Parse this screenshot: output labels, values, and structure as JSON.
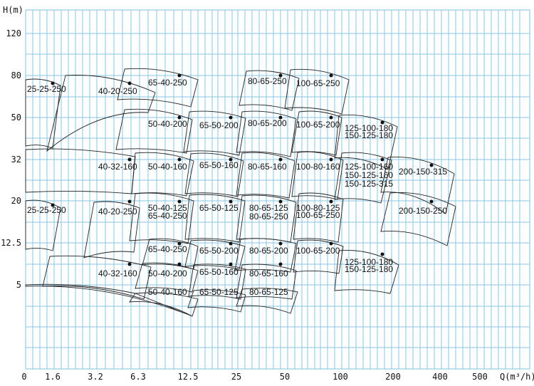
{
  "chart_data": {
    "type": "line",
    "title": "",
    "ylabel": "H(m)",
    "xlabel": "Q(m³/h)",
    "x_ticks": [
      "0",
      "1.6",
      "3.2",
      "6.3",
      "12.5",
      "25",
      "50",
      "100",
      "200",
      "400",
      "500"
    ],
    "y_ticks": [
      "120",
      "80",
      "50",
      "32",
      "20",
      "12.5",
      "5"
    ],
    "grid": true,
    "legend": "none",
    "labels": [
      {
        "text": "25-25-250",
        "q": 1.6,
        "h": 80
      },
      {
        "text": "40-20-250",
        "q": 6.3,
        "h": 76
      },
      {
        "text": "65-40-250",
        "q": 12.5,
        "h": 80
      },
      {
        "text": "80-65-250",
        "q": 50,
        "h": 80
      },
      {
        "text": "100-65-250",
        "q": 100,
        "h": 80
      },
      {
        "text": "50-40-200",
        "q": 12.5,
        "h": 50
      },
      {
        "text": "65-50-200",
        "q": 25,
        "h": 50
      },
      {
        "text": "80-65-200",
        "q": 50,
        "h": 50
      },
      {
        "text": "100-65-200",
        "q": 100,
        "h": 50
      },
      {
        "text": "125-100-180",
        "q": 200,
        "h": 46
      },
      {
        "text": "150-125-180",
        "q": 200,
        "h": 43
      },
      {
        "text": "40-32-160",
        "q": 6.3,
        "h": 32
      },
      {
        "text": "50-40-160",
        "q": 12.5,
        "h": 32
      },
      {
        "text": "65-50-160",
        "q": 25,
        "h": 32
      },
      {
        "text": "80-65-160",
        "q": 50,
        "h": 32
      },
      {
        "text": "100-80-160",
        "q": 100,
        "h": 32
      },
      {
        "text": "125-100-160",
        "q": 200,
        "h": 32
      },
      {
        "text": "150-125-160",
        "q": 200,
        "h": 29
      },
      {
        "text": "150-125-315",
        "q": 200,
        "h": 26
      },
      {
        "text": "200-150-315",
        "q": 400,
        "h": 30
      },
      {
        "text": "25-25-250",
        "q": 1.6,
        "h": 20
      },
      {
        "text": "40-20-250",
        "q": 6.3,
        "h": 20
      },
      {
        "text": "50-40-125",
        "q": 12.5,
        "h": 20
      },
      {
        "text": "65-40-250",
        "q": 12.5,
        "h": 18
      },
      {
        "text": "65-50-125",
        "q": 25,
        "h": 20
      },
      {
        "text": "80-65-125",
        "q": 50,
        "h": 20
      },
      {
        "text": "80-65-250",
        "q": 50,
        "h": 18
      },
      {
        "text": "100-80-125",
        "q": 100,
        "h": 20
      },
      {
        "text": "100-65-250",
        "q": 100,
        "h": 18
      },
      {
        "text": "200-150-250",
        "q": 400,
        "h": 20
      },
      {
        "text": "65-40-250",
        "q": 12.5,
        "h": 12.5
      },
      {
        "text": "65-50-200",
        "q": 25,
        "h": 12.5
      },
      {
        "text": "80-65-200",
        "q": 50,
        "h": 12.5
      },
      {
        "text": "100-65-200",
        "q": 100,
        "h": 12.5
      },
      {
        "text": "125-100-180",
        "q": 200,
        "h": 11
      },
      {
        "text": "150-125-180",
        "q": 200,
        "h": 10
      },
      {
        "text": "40-32-160",
        "q": 6.3,
        "h": 8
      },
      {
        "text": "50-40-200",
        "q": 12.5,
        "h": 8
      },
      {
        "text": "65-50-160",
        "q": 25,
        "h": 8
      },
      {
        "text": "80-65-160",
        "q": 50,
        "h": 8
      },
      {
        "text": "50-40-160",
        "q": 12.5,
        "h": 5
      },
      {
        "text": "65-50-125",
        "q": 25,
        "h": 5
      },
      {
        "text": "80-65-125",
        "q": 50,
        "h": 5
      }
    ]
  }
}
